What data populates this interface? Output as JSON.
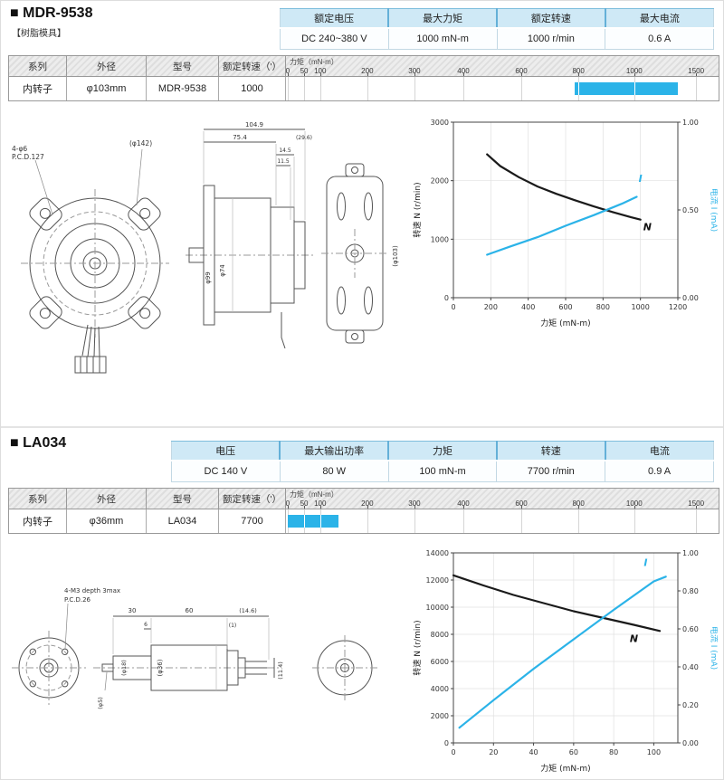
{
  "page": {
    "bg": "#ffffff",
    "accent": "#2bb3e8",
    "header_blue": "#cfe9f6"
  },
  "sections": [
    {
      "title": "■ MDR-9538",
      "subtitle": "【树脂模具】",
      "spec_table": {
        "headers": [
          "额定电压",
          "最大力矩",
          "额定转速",
          "最大电流"
        ],
        "values": [
          "DC 240~380 V",
          "1000 mN-m",
          "1000 r/min",
          "0.6 A"
        ]
      },
      "torque_table": {
        "col_headers": [
          "系列",
          "外径",
          "型号",
          "额定转速（'）"
        ],
        "row": [
          "内转子",
          "φ103mm",
          "MDR-9538",
          "1000"
        ],
        "scale_label": "力矩（mN-m）",
        "ticks": [
          {
            "label": "0",
            "frac": 0.004
          },
          {
            "label": "50",
            "frac": 0.042
          },
          {
            "label": "100",
            "frac": 0.079
          },
          {
            "label": "200",
            "frac": 0.188
          },
          {
            "label": "300",
            "frac": 0.297
          },
          {
            "label": "400",
            "frac": 0.41
          },
          {
            "label": "600",
            "frac": 0.544
          },
          {
            "label": "800",
            "frac": 0.676
          },
          {
            "label": "1000",
            "frac": 0.805
          },
          {
            "label": "1500",
            "frac": 0.948
          }
        ],
        "bar": {
          "start_frac": 0.668,
          "end_frac": 0.905
        }
      },
      "drawing": {
        "front_labels": [
          "4-φ6",
          "P.C.D.127",
          "(φ142)"
        ],
        "side_dims": [
          "104.9",
          "75.4",
          "14.5",
          "11.5",
          "(29.6)"
        ],
        "side_dias": [
          "φ99",
          "φ74"
        ],
        "rear_label": "(φ103)"
      },
      "chart_data": {
        "type": "line",
        "xlabel": "力矩 (mN-m)",
        "ylabel_left": "转速 N (r/min)",
        "ylabel_right": "电流 I (mA)",
        "xlim": [
          0,
          1200
        ],
        "x_ticks": [
          0,
          200,
          400,
          600,
          800,
          1000,
          1200
        ],
        "left_lim": [
          0,
          3000
        ],
        "left_ticks": [
          0,
          1000,
          2000,
          3000
        ],
        "right_lim": [
          0,
          1
        ],
        "right_ticks": [
          {
            "v": 0,
            "label": "0.00"
          },
          {
            "v": 0.5,
            "label": "0.50"
          },
          {
            "v": 1,
            "label": "1.00"
          }
        ],
        "series": [
          {
            "name": "N",
            "axis": "left",
            "color": "#1a1a1a",
            "points": [
              [
                180,
                2450
              ],
              [
                250,
                2250
              ],
              [
                350,
                2060
              ],
              [
                450,
                1900
              ],
              [
                550,
                1775
              ],
              [
                650,
                1665
              ],
              [
                750,
                1560
              ],
              [
                850,
                1465
              ],
              [
                950,
                1375
              ],
              [
                1000,
                1335
              ]
            ]
          },
          {
            "name": "I",
            "axis": "right",
            "color": "#2bb3e8",
            "points": [
              [
                180,
                0.245
              ],
              [
                300,
                0.29
              ],
              [
                450,
                0.345
              ],
              [
                600,
                0.41
              ],
              [
                750,
                0.47
              ],
              [
                900,
                0.535
              ],
              [
                980,
                0.575
              ]
            ]
          }
        ],
        "series_labels": [
          {
            "text": "N",
            "x": 1015,
            "y": 1150,
            "axis": "left",
            "color": "#111111"
          },
          {
            "text": "I",
            "x": 990,
            "y": 0.66,
            "axis": "right",
            "color": "#2bb3e8"
          }
        ]
      }
    },
    {
      "title": "■ LA034",
      "spec_table": {
        "headers": [
          "电压",
          "最大输出功率",
          "力矩",
          "转速",
          "电流"
        ],
        "values": [
          "DC 140 V",
          "80 W",
          "100 mN-m",
          "7700 r/min",
          "0.9 A"
        ]
      },
      "torque_table": {
        "col_headers": [
          "系列",
          "外径",
          "型号",
          "额定转速（'）"
        ],
        "row": [
          "内转子",
          "φ36mm",
          "LA034",
          "7700"
        ],
        "scale_label": "力矩（mN-m）",
        "ticks": [
          {
            "label": "0",
            "frac": 0.004
          },
          {
            "label": "50",
            "frac": 0.042
          },
          {
            "label": "100",
            "frac": 0.079
          },
          {
            "label": "200",
            "frac": 0.188
          },
          {
            "label": "300",
            "frac": 0.297
          },
          {
            "label": "400",
            "frac": 0.41
          },
          {
            "label": "600",
            "frac": 0.544
          },
          {
            "label": "800",
            "frac": 0.676
          },
          {
            "label": "1000",
            "frac": 0.805
          },
          {
            "label": "1500",
            "frac": 0.948
          }
        ],
        "bar": {
          "start_frac": 0.004,
          "end_frac": 0.122
        }
      },
      "drawing": {
        "notes": [
          "4-M3 depth 3max",
          "P.C.D.26"
        ],
        "dims": [
          "30",
          "60",
          "6",
          "(14.6)",
          "(1)",
          "(11.4)"
        ],
        "dias": [
          "(φ36)",
          "(φ18)",
          "(φ5)"
        ]
      },
      "chart_data": {
        "type": "line",
        "xlabel": "力矩 (mN-m)",
        "ylabel_left": "转速 N (r/min)",
        "ylabel_right": "电流 I (mA)",
        "xlim": [
          0,
          112
        ],
        "x_ticks": [
          0,
          20,
          40,
          60,
          80,
          100
        ],
        "left_lim": [
          0,
          14000
        ],
        "left_ticks": [
          0,
          2000,
          4000,
          6000,
          8000,
          10000,
          12000,
          14000
        ],
        "right_lim": [
          0,
          1
        ],
        "right_ticks": [
          {
            "v": 0,
            "label": "0.00"
          },
          {
            "v": 0.2,
            "label": "0.20"
          },
          {
            "v": 0.4,
            "label": "0.40"
          },
          {
            "v": 0.6,
            "label": "0.60"
          },
          {
            "v": 0.8,
            "label": "0.80"
          },
          {
            "v": 1,
            "label": "1.00"
          }
        ],
        "series": [
          {
            "name": "N",
            "axis": "left",
            "color": "#1a1a1a",
            "points": [
              [
                0,
                12350
              ],
              [
                15,
                11600
              ],
              [
                30,
                10900
              ],
              [
                45,
                10300
              ],
              [
                60,
                9700
              ],
              [
                75,
                9200
              ],
              [
                90,
                8700
              ],
              [
                103,
                8250
              ]
            ]
          },
          {
            "name": "I",
            "axis": "right",
            "color": "#2bb3e8",
            "points": [
              [
                3,
                0.08
              ],
              [
                20,
                0.225
              ],
              [
                40,
                0.39
              ],
              [
                60,
                0.545
              ],
              [
                80,
                0.7
              ],
              [
                100,
                0.85
              ],
              [
                106,
                0.875
              ]
            ]
          }
        ],
        "series_labels": [
          {
            "text": "N",
            "x": 88,
            "y": 7450,
            "axis": "left",
            "color": "#111111"
          },
          {
            "text": "I",
            "x": 95,
            "y": 0.93,
            "axis": "right",
            "color": "#2bb3e8"
          }
        ]
      }
    }
  ]
}
